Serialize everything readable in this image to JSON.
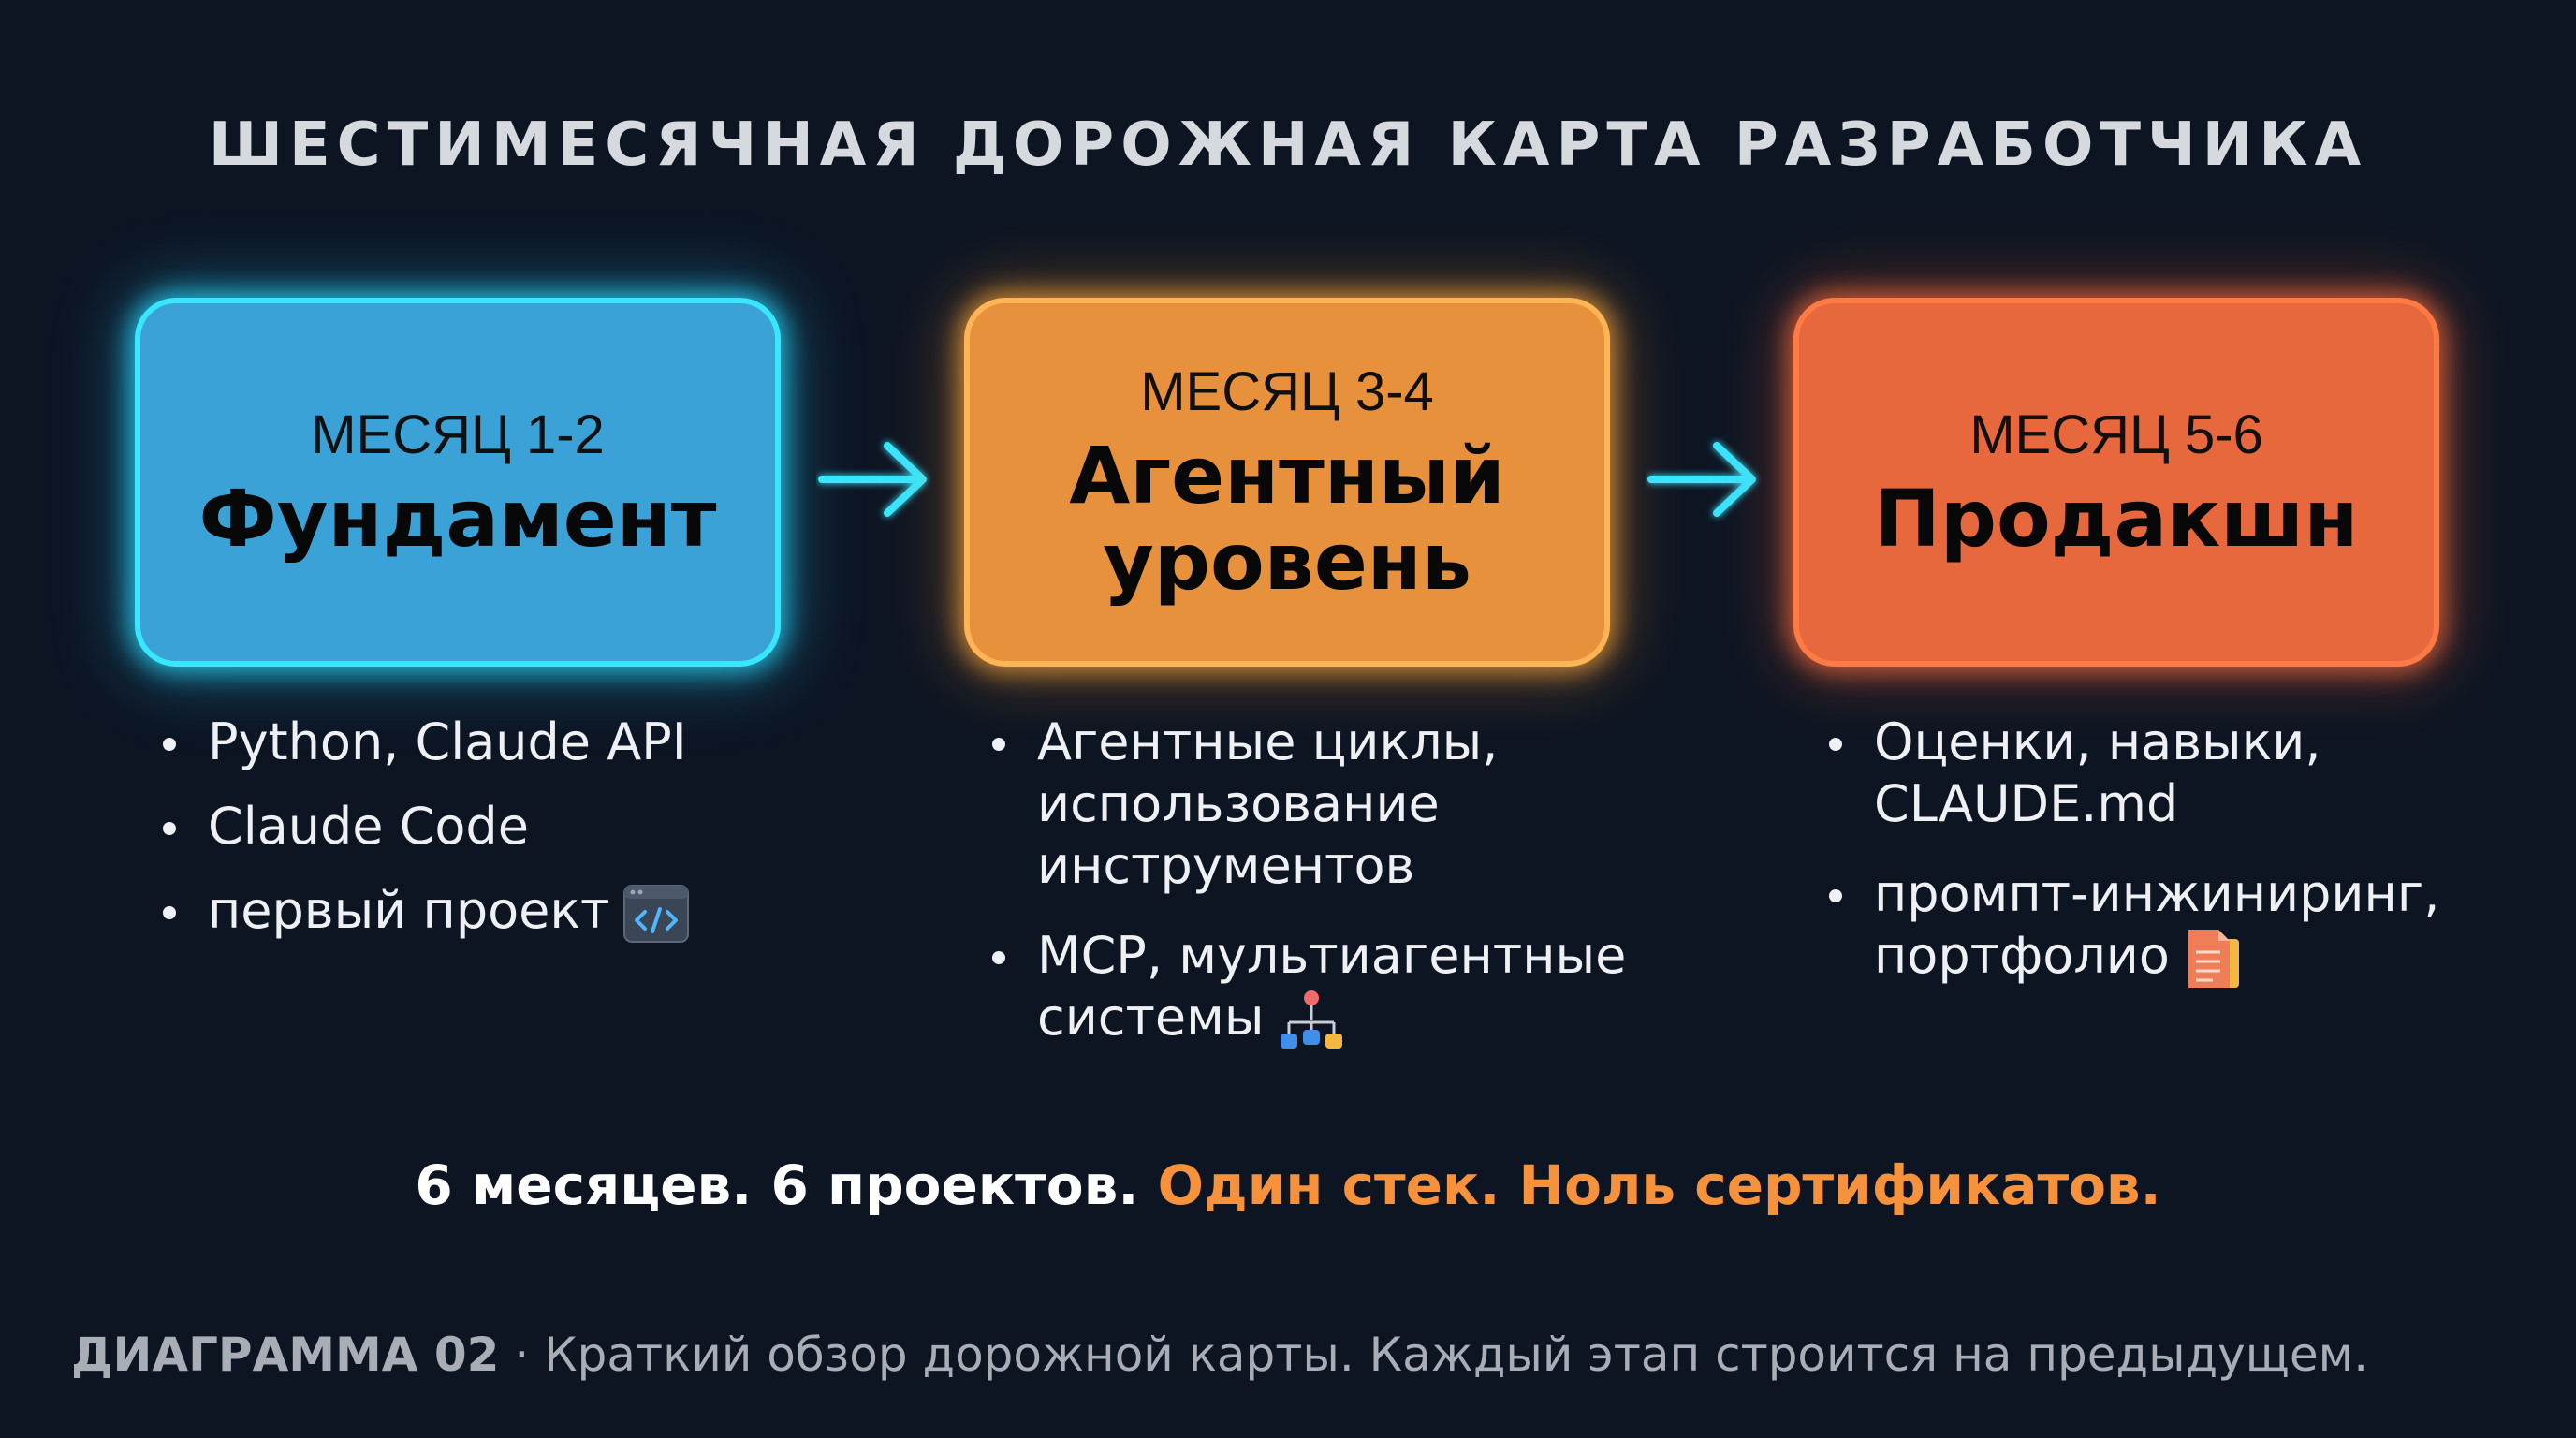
{
  "title": "ШЕСТИМЕСЯЧНАЯ ДОРОЖНАЯ КАРТА РАЗРАБОТЧИКА",
  "stages": [
    {
      "period": "МЕСЯЦ 1-2",
      "name": "Фундамент",
      "color": "#3aa2d6",
      "glow": "#39e6ff",
      "items": [
        "Python, Claude API",
        "Claude Code",
        "первый проект"
      ],
      "item_icon": "code-window-icon"
    },
    {
      "period": "МЕСЯЦ 3-4",
      "name_line1": "Агентный",
      "name_line2": "уровень",
      "color": "#e8913c",
      "glow": "#ffb455",
      "items": [
        "Агентные циклы, использование инструментов",
        "MCP, мультиагентные системы"
      ],
      "item_icon": "network-hierarchy-icon"
    },
    {
      "period": "МЕСЯЦ 5-6",
      "name": "Продакшн",
      "color": "#e8683e",
      "glow": "#ff7a45",
      "items": [
        "Оценки, навыки, CLAUDE.md",
        "промпт-инжиниринг, портфолио"
      ],
      "item_icon": "document-icon"
    }
  ],
  "arrow_color": "#39e6ff",
  "tagline": {
    "white": "6 месяцев. 6 проектов.",
    "orange": "Один стек. Ноль сертификатов.",
    "orange_color": "#f5923b"
  },
  "caption": {
    "label": "ДИАГРАММА 02",
    "separator": " · ",
    "text": "Краткий обзор дорожной карты. Каждый этап строится на предыдущем."
  }
}
